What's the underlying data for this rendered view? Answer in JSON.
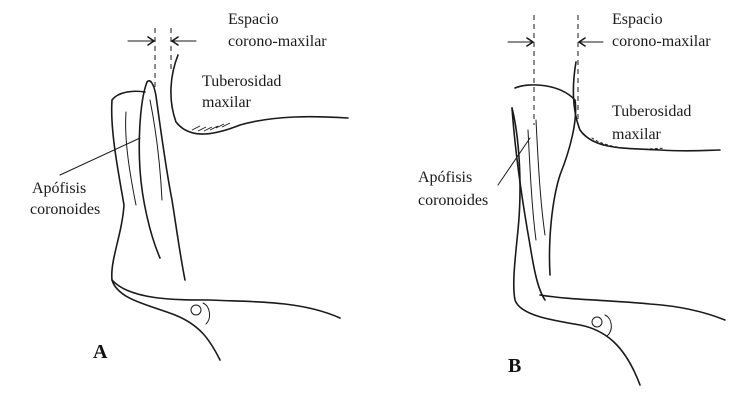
{
  "panels": [
    {
      "letter": "A",
      "labels": {
        "space": [
          "Espacio",
          "corono-maxilar"
        ],
        "tuberosity": [
          "Tuberosidad",
          "maxilar"
        ],
        "coronoid": [
          "Apófisis",
          "coronoides"
        ]
      }
    },
    {
      "letter": "B",
      "labels": {
        "space": [
          "Espacio",
          "corono-maxilar"
        ],
        "tuberosity": [
          "Tuberosidad",
          "maxilar"
        ],
        "coronoid": [
          "Apófisis",
          "coronoides"
        ]
      }
    }
  ]
}
